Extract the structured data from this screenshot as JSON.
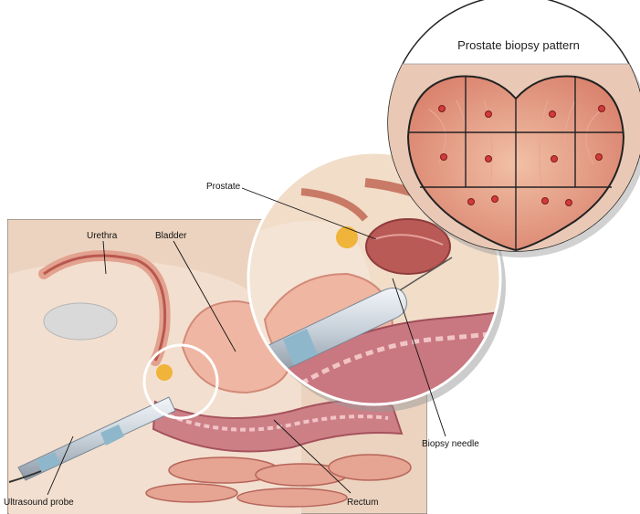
{
  "inset": {
    "title": "Prostate biopsy pattern"
  },
  "labels": {
    "urethra": "Urethra",
    "bladder": "Bladder",
    "prostate": "Prostate",
    "biopsy_needle": "Biopsy needle",
    "ultrasound_probe": "Ultrasound probe",
    "rectum": "Rectum"
  },
  "biopsy_pattern": {
    "grid_columns": 4,
    "grid_rows": 3,
    "sample_count": 12
  },
  "colors": {
    "tissue_pink": "#e8a898",
    "muscle_red": "#c86a62",
    "background_tan": "#f3dcc6",
    "panel_beige": "#e6ccb8",
    "probe_silver": "#c9d2da",
    "probe_band": "#8fb7cc",
    "circle_white": "#ffffff"
  }
}
